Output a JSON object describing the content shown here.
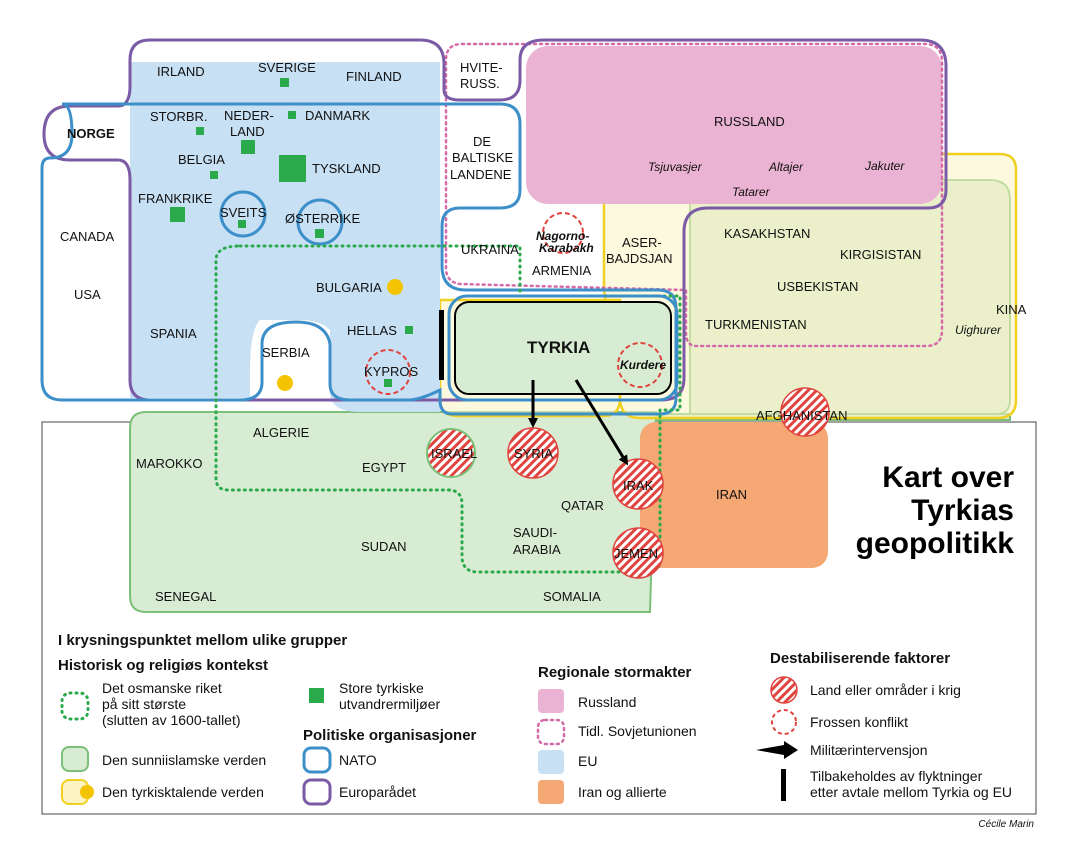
{
  "title_lines": [
    "Kart over",
    "Tyrkias",
    "geopolitikk"
  ],
  "credit": "Cécile Marin",
  "countries": {
    "irland": "IRLAND",
    "sverige": "SVERIGE",
    "finland": "FINLAND",
    "hviteruss1": "HVITE-",
    "hviteruss2": "RUSS.",
    "storbr": "STORBR.",
    "nederland1": "NEDER-",
    "nederland2": "LAND",
    "danmark": "DANMARK",
    "norge": "NORGE",
    "belgia": "BELGIA",
    "tyskland": "TYSKLAND",
    "frankrike": "FRANKRIKE",
    "sveits": "SVEITS",
    "osterrike": "ØSTERRIKE",
    "canada": "CANADA",
    "usa": "USA",
    "spania": "SPANIA",
    "bulgaria": "BULGARIA",
    "serbia": "SERBIA",
    "hellas": "HELLAS",
    "kypros": "KYPROS",
    "baltiske1": "DE",
    "baltiske2": "BALTISKE",
    "baltiske3": "LANDENE",
    "ukraina": "UKRAINA",
    "armenia": "ARMENIA",
    "aser1": "ASER-",
    "aser2": "BAJDSJAN",
    "russland": "RUSSLAND",
    "kasakhstan": "KASAKHSTAN",
    "kirgisistan": "KIRGISISTAN",
    "usbekistan": "USBEKISTAN",
    "turkmenistan": "TURKMENISTAN",
    "kina": "KINA",
    "tyrkia": "TYRKIA",
    "afghanistan": "AFGHANISTAN",
    "algerie": "ALGERIE",
    "marokko": "MAROKKO",
    "egypt": "EGYPT",
    "israel": "ISRAEL",
    "syria": "SYRIA",
    "irak": "IRAK",
    "iran": "IRAN",
    "qatar": "QATAR",
    "saudi1": "SAUDI-",
    "saudi2": "ARABIA",
    "jemen": "JEMEN",
    "sudan": "SUDAN",
    "senegal": "SENEGAL",
    "somalia": "SOMALIA"
  },
  "peoples": {
    "tsjuvasjer": "Tsjuvasjer",
    "altajer": "Altajer",
    "jakuter": "Jakuter",
    "tatarer": "Tatarer",
    "uighurer": "Uighurer",
    "kurdere": "Kurdere",
    "nagorno1": "Nagorno-",
    "nagorno2": "Karabakh"
  },
  "legend": {
    "heading": "I krysningspunktet mellom ulike grupper",
    "historic_heading": "Historisk og religiøs kontekst",
    "ottoman1": "Det osmanske riket",
    "ottoman2": "på sitt største",
    "ottoman3": "(slutten av 1600-tallet)",
    "sunni": "Den sunniislamske verden",
    "turkic": "Den tyrkisktalende verden",
    "diaspora1": "Store tyrkiske",
    "diaspora2": "utvandrermiljøer",
    "political_heading": "Politiske organisasjoner",
    "nato": "NATO",
    "council": "Europarådet",
    "regional_heading": "Regionale stormakter",
    "russia": "Russland",
    "soviet": "Tidl. Sovjetunionen",
    "eu": "EU",
    "iran_allies": "Iran og allierte",
    "destab_heading": "Destabiliserende faktorer",
    "war": "Land eller områder i krig",
    "frozen": "Frossen konflikt",
    "military": "Militærintervensjon",
    "refugees1": "Tilbakeholdes av flyktninger",
    "refugees2": "etter avtale mellom Tyrkia og EU"
  },
  "colors": {
    "nato": "#3d8fc9",
    "council": "#7b5aa6",
    "eu": "#c7e0f4",
    "russia": "#ebb3d3",
    "soviet": "#d46aa8",
    "iran": "#f5a873",
    "sunni_fill": "#d8ecd3",
    "sunni_stroke": "#7cbf78",
    "turkic_fill": "#fbf4c2",
    "turkic_stroke": "#f0d020",
    "ottoman": "#2aaa4a",
    "diaspora": "#2aaa4a",
    "war": "#e0443e",
    "yellow_dot": "#f5c400"
  }
}
